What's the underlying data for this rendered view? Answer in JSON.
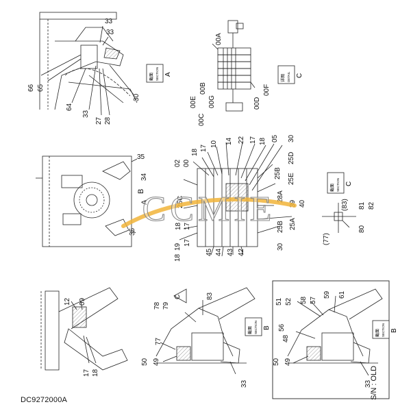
{
  "drawing_code": "DC9272000A",
  "watermark": "CCMIE",
  "serial_note": "S/N : OLD",
  "section_labels": {
    "A": {
      "jp": "截面",
      "en": "SECTION",
      "letter": "A"
    },
    "B1": {
      "jp": "截面",
      "en": "SECTION",
      "letter": "B"
    },
    "B2": {
      "jp": "截面",
      "en": "SECTION",
      "letter": "B"
    },
    "C_detail": {
      "jp": "详图",
      "en": "DETAIL",
      "letter": "C"
    },
    "C_section": {
      "jp": "截面",
      "en": "SECTION",
      "letter": "C"
    }
  },
  "view_markers": {
    "A": "A",
    "B": "B",
    "C": "C"
  },
  "callouts": {
    "v1": [
      "33",
      "66",
      "65",
      "64",
      "33",
      "27",
      "28",
      "30"
    ],
    "v2": [
      "00A",
      "00B",
      "00E",
      "00G",
      "00C",
      "00D",
      "00F"
    ],
    "v3": [
      "35",
      "34",
      "35"
    ],
    "v4": [
      "02",
      "00",
      "18",
      "17",
      "10",
      "14",
      "22",
      "17",
      "18",
      "05",
      "30",
      "25D",
      "25B",
      "25E",
      "25C",
      "28A",
      "39",
      "40",
      "25A",
      "18",
      "17",
      "17",
      "19",
      "18",
      "45",
      "44",
      "43",
      "42",
      "30",
      "25B"
    ],
    "v5": [
      "(83)",
      "81",
      "82",
      "(77)",
      "80"
    ],
    "v6": [
      "12",
      "09",
      "17",
      "18"
    ],
    "v7": [
      "83",
      "78",
      "79",
      "77",
      "50",
      "49",
      "33"
    ],
    "v8": [
      "51",
      "52",
      "58",
      "57",
      "59",
      "61",
      "56",
      "48",
      "50",
      "49",
      "33"
    ]
  }
}
